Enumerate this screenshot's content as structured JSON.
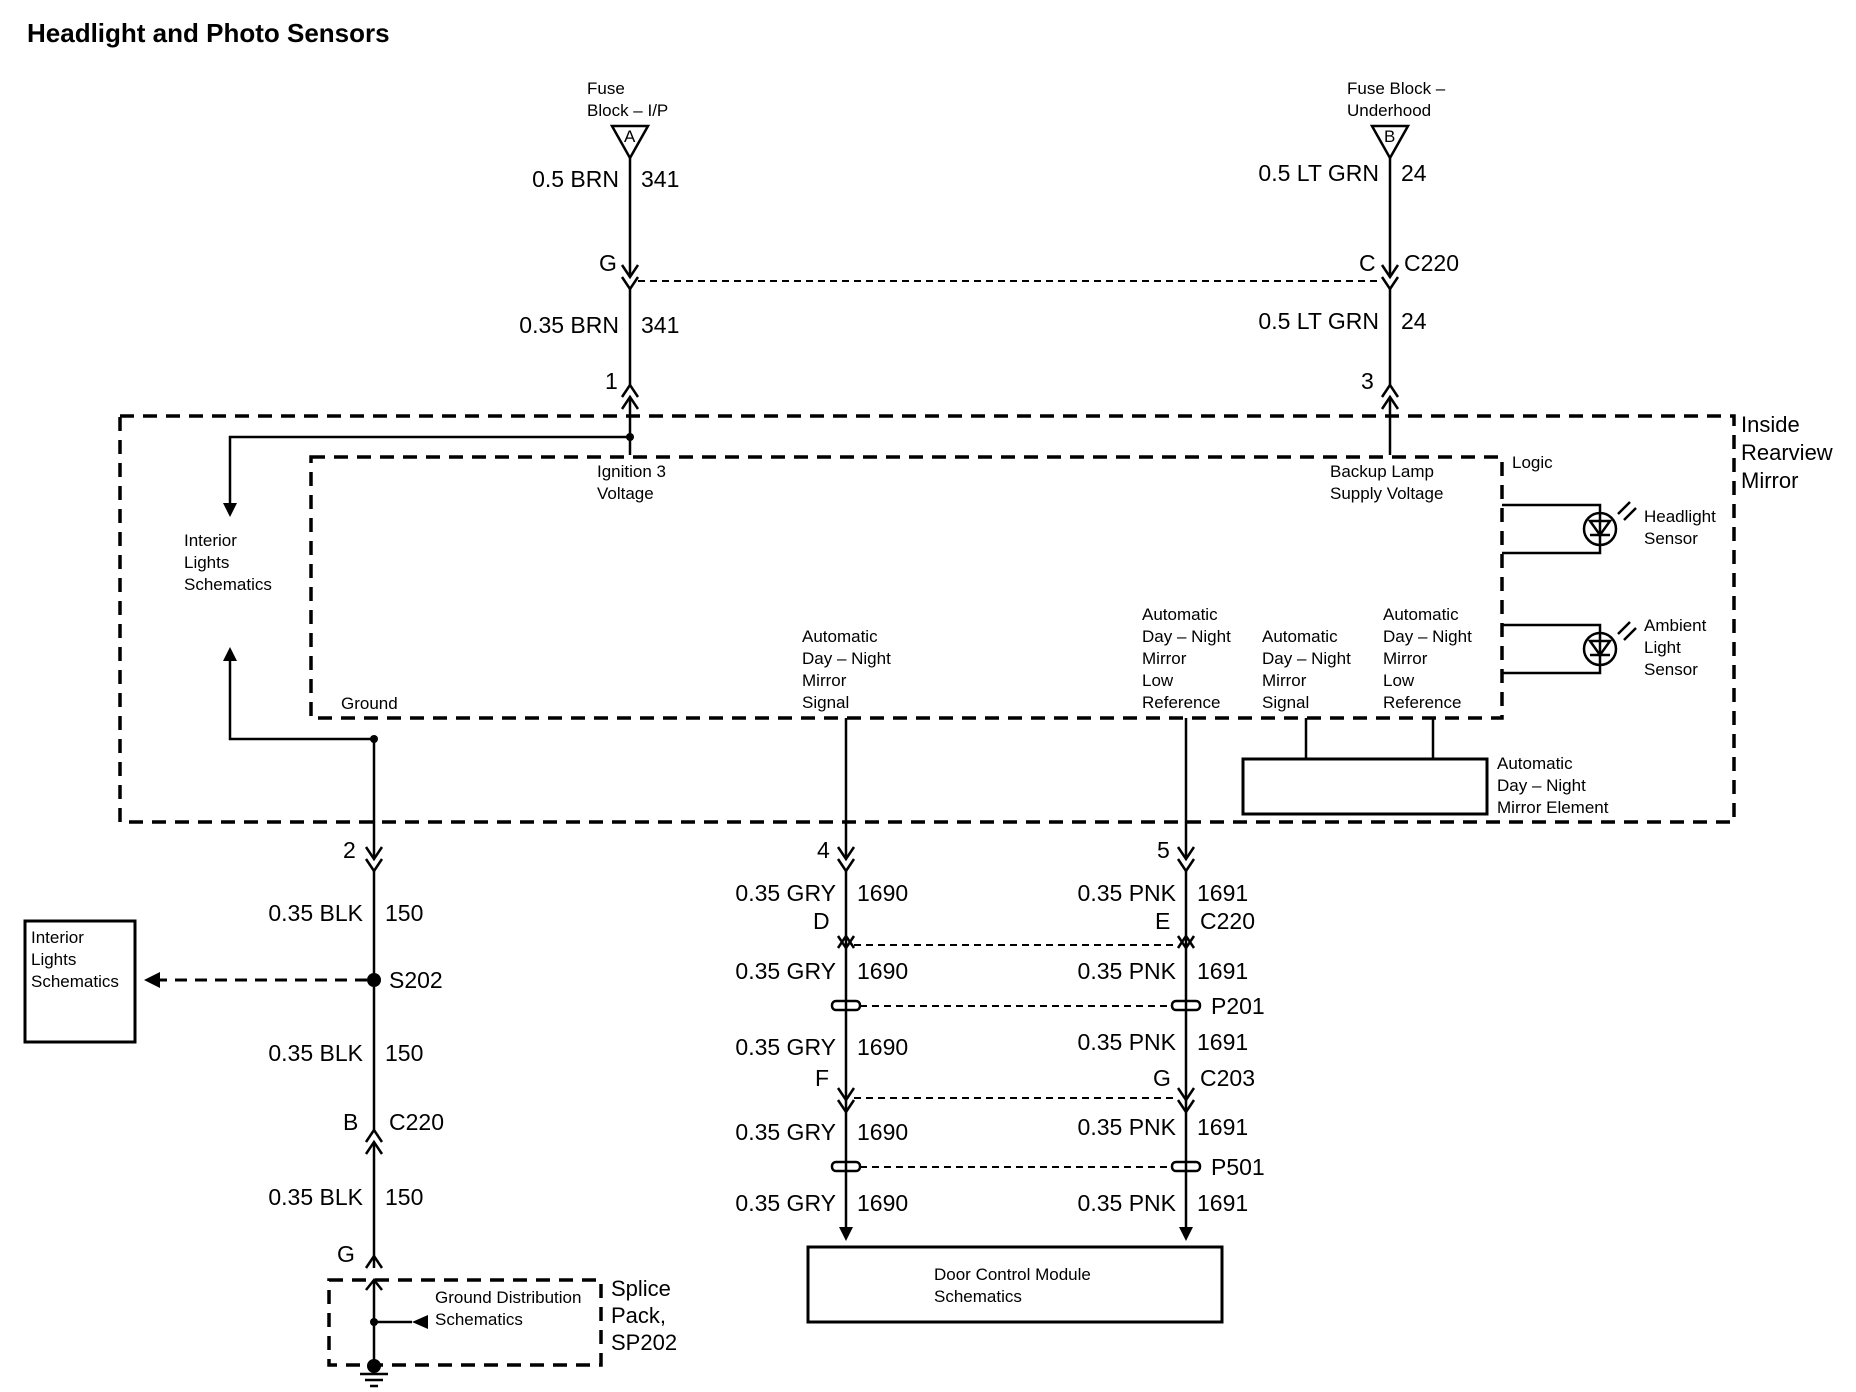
{
  "title": "Headlight and Photo Sensors",
  "fuse_ip": {
    "line1": "Fuse",
    "line2": "Block – I/P",
    "terminal": "A"
  },
  "fuse_underhood": {
    "line1": "Fuse Block –",
    "line2": "Underhood",
    "terminal": "B"
  },
  "wires": {
    "brn_top": {
      "size": "0.5 BRN",
      "circuit": "341"
    },
    "brn_bottom": {
      "size": "0.35 BRN",
      "circuit": "341"
    },
    "grn_top": {
      "size": "0.5 LT GRN",
      "circuit": "24"
    },
    "grn_bottom": {
      "size": "0.5 LT GRN",
      "circuit": "24"
    },
    "blk_1": {
      "size": "0.35 BLK",
      "circuit": "150"
    },
    "blk_2": {
      "size": "0.35 BLK",
      "circuit": "150"
    },
    "blk_3": {
      "size": "0.35 BLK",
      "circuit": "150"
    },
    "gry_1": {
      "size": "0.35 GRY",
      "circuit": "1690"
    },
    "gry_2": {
      "size": "0.35 GRY",
      "circuit": "1690"
    },
    "gry_3": {
      "size": "0.35 GRY",
      "circuit": "1690"
    },
    "gry_4": {
      "size": "0.35 GRY",
      "circuit": "1690"
    },
    "gry_5": {
      "size": "0.35 GRY",
      "circuit": "1690"
    },
    "pnk_1": {
      "size": "0.35 PNK",
      "circuit": "1691"
    },
    "pnk_2": {
      "size": "0.35 PNK",
      "circuit": "1691"
    },
    "pnk_3": {
      "size": "0.35 PNK",
      "circuit": "1691"
    },
    "pnk_4": {
      "size": "0.35 PNK",
      "circuit": "1691"
    },
    "pnk_5": {
      "size": "0.35 PNK",
      "circuit": "1691"
    }
  },
  "connectors": {
    "c220_top": {
      "name": "C220",
      "pin_left": "G",
      "pin_right": "C"
    },
    "c220_ground": {
      "name": "C220",
      "pin": "B"
    },
    "c220_mid": {
      "name": "C220",
      "pin_left": "D",
      "pin_right": "E"
    },
    "c203": {
      "name": "C203",
      "pin_left": "F",
      "pin_right": "G"
    },
    "p201": "P201",
    "p501": "P501",
    "s202": "S202",
    "sp202_pin": "G"
  },
  "mirror_pins": {
    "p1": "1",
    "p2": "2",
    "p3": "3",
    "p4": "4",
    "p5": "5"
  },
  "mirror": {
    "title": [
      "Inside",
      "Rearview",
      "Mirror"
    ],
    "logic": "Logic",
    "ign": [
      "Ignition 3",
      "Voltage"
    ],
    "backup": [
      "Backup Lamp",
      "Supply Voltage"
    ],
    "ground": "Ground",
    "signal": [
      "Automatic",
      "Day – Night",
      "Mirror",
      "Signal"
    ],
    "low_ref": [
      "Automatic",
      "Day – Night",
      "Mirror",
      "Low",
      "Reference"
    ],
    "el_signal": [
      "Automatic",
      "Day – Night",
      "Mirror",
      "Signal"
    ],
    "el_low_ref": [
      "Automatic",
      "Day – Night",
      "Mirror",
      "Low",
      "Reference"
    ],
    "headlight_sensor": [
      "Headlight",
      "Sensor"
    ],
    "ambient_sensor": [
      "Ambient",
      "Light",
      "Sensor"
    ],
    "element": [
      "Automatic",
      "Day – Night",
      "Mirror Element"
    ],
    "interior_lights": [
      "Interior",
      "Lights",
      "Schematics"
    ]
  },
  "interior_box": [
    "Interior",
    "Lights",
    "Schematics"
  ],
  "door_module": [
    "Door Control Module",
    "Schematics"
  ],
  "ground_dist": [
    "Ground Distribution",
    "Schematics"
  ],
  "splice_pack": [
    "Splice",
    "Pack,",
    "SP202"
  ]
}
